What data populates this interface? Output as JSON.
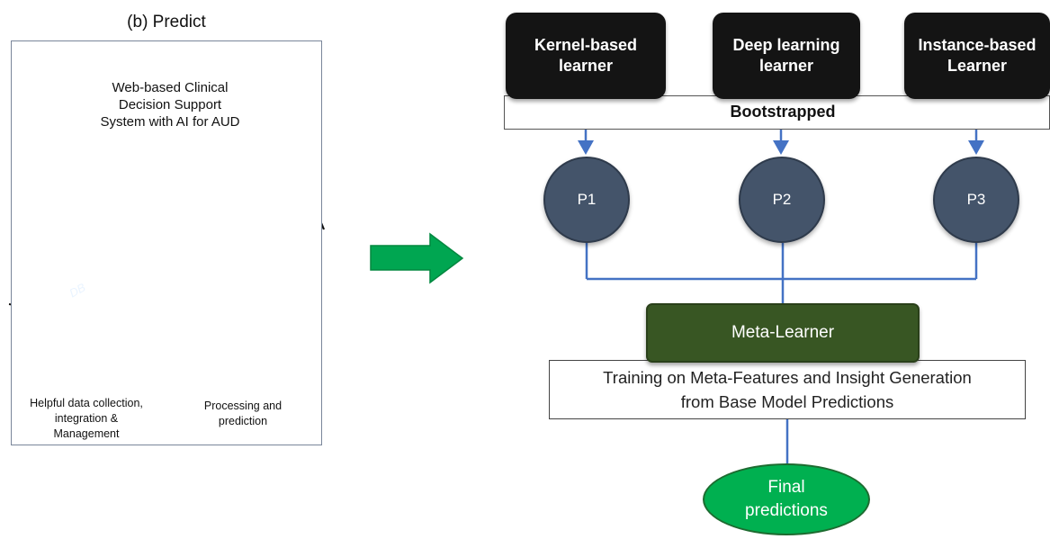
{
  "left_panel": {
    "title": "(b) Predict",
    "screen_text_line1": "Web-based Clinical",
    "screen_text_line2": "Decision Support",
    "screen_text_line3": "System with AI for AUD",
    "db_icon_text": "DB",
    "db_label_line1": "Helpful data collection,",
    "db_label_line2": "integration &",
    "db_label_line3": "Management",
    "processing_label_line1": "Processing and",
    "processing_label_line2": "prediction"
  },
  "learners": [
    {
      "line1": "Kernel-based",
      "line2": "learner"
    },
    {
      "line1": "Deep learning",
      "line2": "learner"
    },
    {
      "line1": "Instance-based",
      "line2": "Learner"
    }
  ],
  "bootstrap_label": "Bootstrapped",
  "predictions": [
    "P1",
    "P2",
    "P3"
  ],
  "meta_learner": "Meta-Learner",
  "training_line1": "Training on Meta-Features and Insight Generation",
  "training_line2": "from Base Model Predictions",
  "final_line1": "Final",
  "final_line2": "predictions",
  "colors": {
    "learner_box": "#141414",
    "prediction_node": "#44546a",
    "arrow_blue": "#4472c4",
    "meta_learner": "#385623",
    "final_node": "#00b050",
    "transition_arrow": "#00a651",
    "data_flow_arrow": "#c55a11",
    "db_cylinder": "#2e75b6",
    "processing_blob": "#f6b84a"
  }
}
